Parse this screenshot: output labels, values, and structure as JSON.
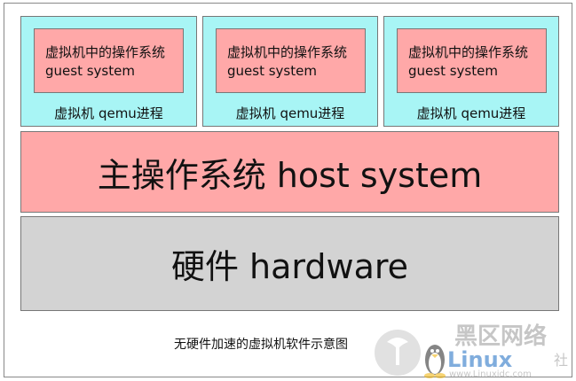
{
  "virtual_machines": [
    {
      "guest_line1": "虚拟机中的操作系统",
      "guest_line2": "guest system",
      "label": "虚拟机 qemu进程"
    },
    {
      "guest_line1": "虚拟机中的操作系统",
      "guest_line2": "guest system",
      "label": "虚拟机 qemu进程"
    },
    {
      "guest_line1": "虚拟机中的操作系统",
      "guest_line2": "guest system",
      "label": "虚拟机 qemu进程"
    }
  ],
  "host": {
    "label": "主操作系统 host system"
  },
  "hardware": {
    "label": "硬件 hardware"
  },
  "caption": "无硬件加速的虚拟机软件示意图",
  "watermark": {
    "title": "黑区网络",
    "brand": "Linux",
    "suffix": "社",
    "url": "www.Linuxidc.com"
  },
  "colors": {
    "vm_fill": "#a8f5f5",
    "guest_fill": "#ffa8a8",
    "host_fill": "#ffa8a8",
    "hardware_fill": "#d3d3d3",
    "border": "#777777"
  }
}
